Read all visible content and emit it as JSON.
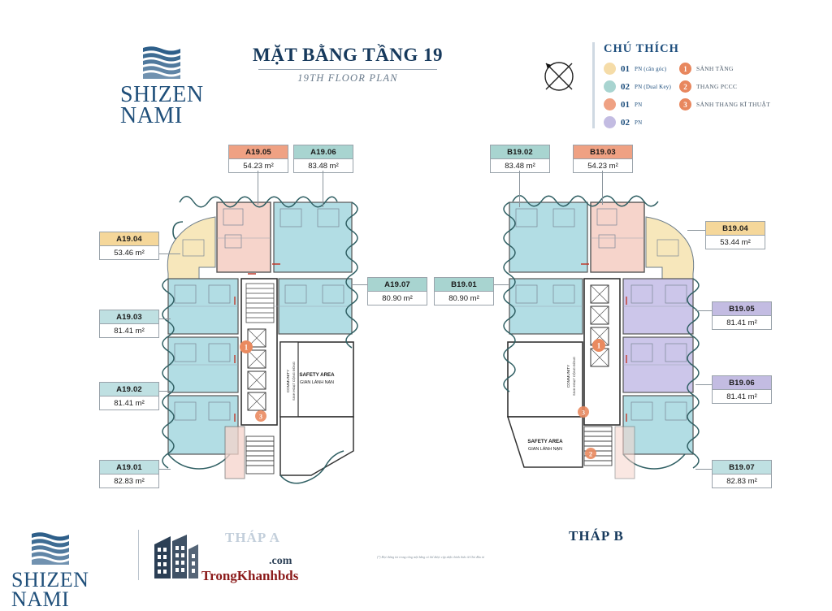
{
  "header": {
    "brand_line1": "SHIZEN",
    "brand_line2": "NAMI",
    "title": "MẶT BẰNG TẦNG 19",
    "subtitle": "19TH FLOOR PLAN"
  },
  "legend": {
    "title": "CHÚ THÍCH",
    "types": [
      {
        "num": "01",
        "label": "PN (căn góc)",
        "color": "#f5dca8"
      },
      {
        "num": "02",
        "label": "PN (Dual Key)",
        "color": "#a8d4d0"
      },
      {
        "num": "01",
        "label": "PN",
        "color": "#efa183"
      },
      {
        "num": "02",
        "label": "PN",
        "color": "#c3bce2"
      }
    ],
    "markers": [
      {
        "num": "1",
        "desc": "SẢNH TẦNG"
      },
      {
        "num": "2",
        "desc": "THANG PCCC"
      },
      {
        "num": "3",
        "desc": "SẢNH THANG KĨ THUẬT"
      }
    ],
    "marker_color": "#e8875e"
  },
  "north_arrow": "north-arrow-icon",
  "towers": {
    "a": {
      "name": "THÁP A",
      "units": [
        {
          "code": "A19.05",
          "area": "54.23 m²",
          "color": "#efa183"
        },
        {
          "code": "A19.06",
          "area": "83.48 m²",
          "color": "#a8d4d0"
        },
        {
          "code": "A19.04",
          "area": "53.46 m²",
          "color": "#f5d79a"
        },
        {
          "code": "A19.07",
          "area": "80.90 m²",
          "color": "#a8d4d0"
        },
        {
          "code": "A19.03",
          "area": "81.41 m²",
          "color": "#bfe0e2"
        },
        {
          "code": "A19.02",
          "area": "81.41 m²",
          "color": "#bfe0e2"
        },
        {
          "code": "A19.01",
          "area": "82.83 m²",
          "color": "#bfe0e2"
        }
      ]
    },
    "b": {
      "name": "THÁP B",
      "units": [
        {
          "code": "B19.02",
          "area": "83.48 m²",
          "color": "#a8d4d0"
        },
        {
          "code": "B19.03",
          "area": "54.23 m²",
          "color": "#efa183"
        },
        {
          "code": "B19.04",
          "area": "53.44 m²",
          "color": "#f5d79a"
        },
        {
          "code": "B19.01",
          "area": "80.90 m²",
          "color": "#a8d4d0"
        },
        {
          "code": "B19.05",
          "area": "81.41 m²",
          "color": "#c3bce2"
        },
        {
          "code": "B19.06",
          "area": "81.41 m²",
          "color": "#c3bce2"
        },
        {
          "code": "B19.07",
          "area": "82.83 m²",
          "color": "#bfe0e2"
        }
      ]
    }
  },
  "plan_annotations": {
    "safety_area_en": "SAFETY AREA",
    "safety_area_vi": "GIAN LÁNH NẠN",
    "community_en": "COMMUNITY",
    "community_vi": "SINH HOẠT CỘNG ĐỒNG"
  },
  "footer": {
    "brand_line1": "SHIZEN",
    "brand_line2": "NAMI",
    "watermark_com": ".com",
    "watermark_name": "TrongKhanhbds",
    "tower_a": "THÁP A",
    "tower_b": "THÁP B",
    "disclaimer": "(*) Mọi thông tin trong công một bằng có thể được cập nhật chính thức từ Chủ đầu tư"
  }
}
